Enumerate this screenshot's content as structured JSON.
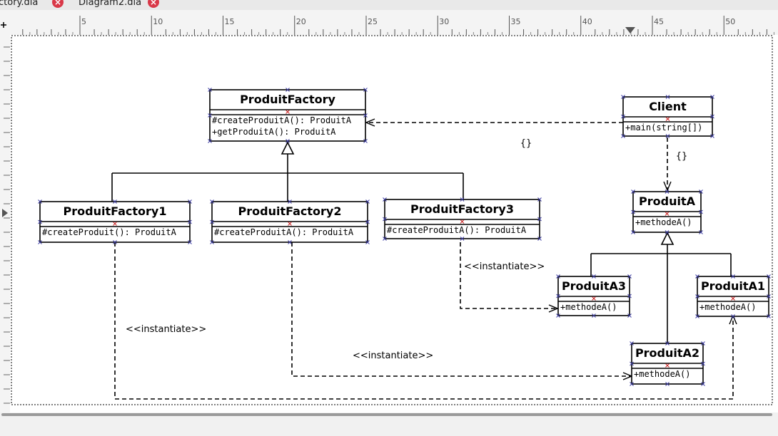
{
  "tabs": [
    {
      "label": "ctory.dia"
    },
    {
      "label": "Diagram2.dia"
    }
  ],
  "ruler": {
    "labels": [
      "5",
      "10",
      "15",
      "20",
      "25",
      "30",
      "35",
      "40",
      "45",
      "50"
    ]
  },
  "colors": {
    "line": "#000000",
    "handle": "#3a3aa0",
    "handle_center": "#cc2222",
    "tab_close": "#d93848"
  },
  "diagram": {
    "classes": [
      {
        "id": "pf",
        "name": "ProduitFactory",
        "ops": [
          "#createProduitA(): ProduitA",
          "+getProduitA(): ProduitA"
        ]
      },
      {
        "id": "pf1",
        "name": "ProduitFactory1",
        "ops": [
          "#createProduit(): ProduitA"
        ]
      },
      {
        "id": "pf2",
        "name": "ProduitFactory2",
        "ops": [
          "#createProduitA(): ProduitA"
        ]
      },
      {
        "id": "pf3",
        "name": "ProduitFactory3",
        "ops": [
          "#createProduitA(): ProduitA"
        ]
      },
      {
        "id": "client",
        "name": "Client",
        "ops": [
          "+main(string[])"
        ]
      },
      {
        "id": "pa",
        "name": "ProduitA",
        "ops": [
          "+methodeA()"
        ]
      },
      {
        "id": "pa3",
        "name": "ProduitA3",
        "ops": [
          "+methodeA()"
        ]
      },
      {
        "id": "pa1",
        "name": "ProduitA1",
        "ops": [
          "+methodeA()"
        ]
      },
      {
        "id": "pa2",
        "name": "ProduitA2",
        "ops": [
          "+methodeA()"
        ]
      }
    ],
    "labels": {
      "braces1": "{}",
      "braces2": "{}",
      "instantiate1": "<<instantiate>>",
      "instantiate2": "<<instantiate>>",
      "instantiate3": "<<instantiate>>"
    }
  }
}
